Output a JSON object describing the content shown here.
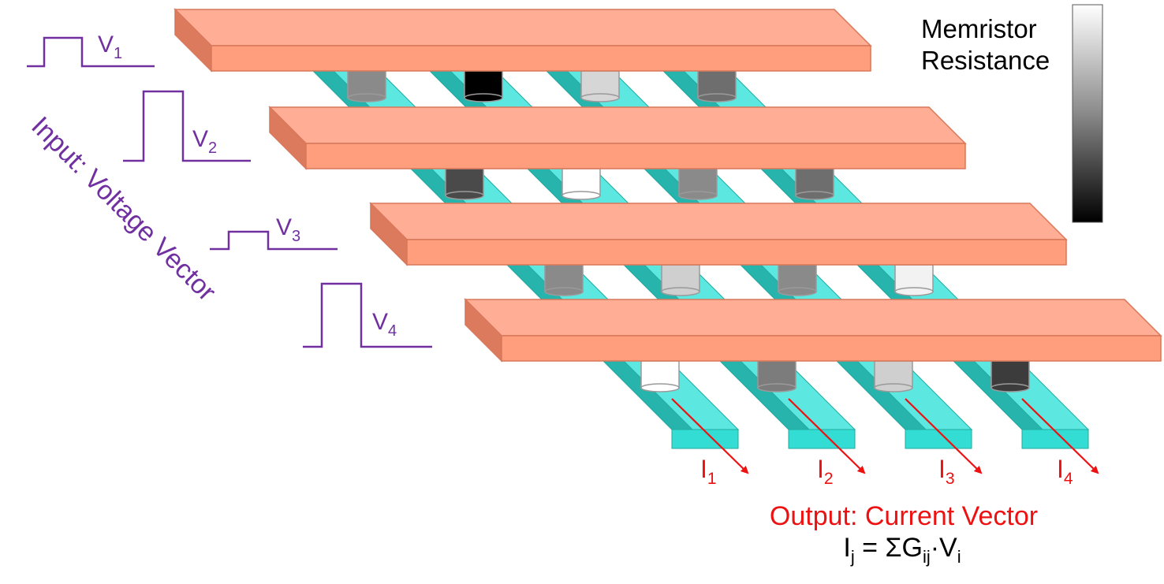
{
  "inputs": {
    "label": "Input: Voltage Vector",
    "voltages": [
      {
        "symbol": "V",
        "sub": "1",
        "level": 0.6
      },
      {
        "symbol": "V",
        "sub": "2",
        "level": 1.0
      },
      {
        "symbol": "V",
        "sub": "3",
        "level": 0.4
      },
      {
        "symbol": "V",
        "sub": "4",
        "level": 1.0
      }
    ]
  },
  "outputs": {
    "label": "Output: Current Vector",
    "currents": [
      {
        "symbol": "I",
        "sub": "1"
      },
      {
        "symbol": "I",
        "sub": "2"
      },
      {
        "symbol": "I",
        "sub": "3"
      },
      {
        "symbol": "I",
        "sub": "4"
      }
    ],
    "formula": {
      "lhs": "I",
      "lhs_sub": "j",
      "eq": " = ΣG",
      "g_sub": "ij",
      "dot": "·V",
      "v_sub": "i"
    }
  },
  "legend": {
    "title_line1": "Memristor",
    "title_line2": "Resistance"
  },
  "memristors": [
    [
      "#8a8a8a",
      "#000000",
      "#d6d6d6",
      "#6e6e6e"
    ],
    [
      "#4a4a4a",
      "#ffffff",
      "#8a8a8a",
      "#6e6e6e"
    ],
    [
      "#8a8a8a",
      "#cfcfcf",
      "#8a8a8a",
      "#f2f2f2"
    ],
    [
      "#ffffff",
      "#7c7c7c",
      "#cfcfcf",
      "#3c3c3c"
    ]
  ],
  "colors": {
    "wordline_front": "#ff9e7c",
    "wordline_top": "#ffad94",
    "wordline_side": "#db7a5c",
    "wordline_stroke": "#d8775a",
    "bitline_top": "#5ce8e0",
    "bitline_side": "#27b4ac",
    "bitline_front": "#33ddd4",
    "bitline_stroke": "#22aaa2",
    "input": "#7030a0",
    "output": "#ee1111",
    "text": "#000000"
  }
}
